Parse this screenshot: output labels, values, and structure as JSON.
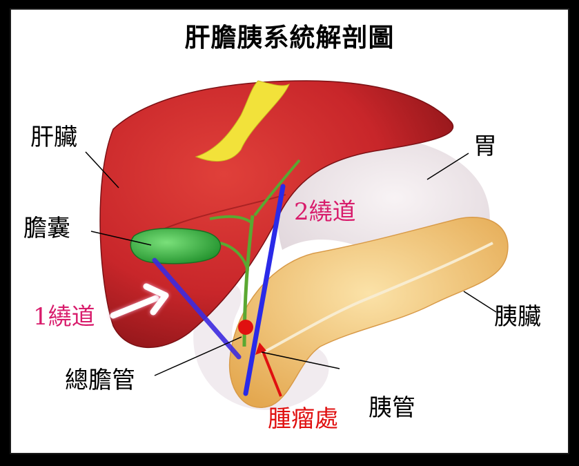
{
  "title": "肝膽胰系統解剖圖",
  "labels": {
    "liver": "肝臟",
    "gallbladder": "膽囊",
    "stomach": "胃",
    "pancreas": "胰臟",
    "common_bile_duct": "總膽管",
    "pancreatic_duct": "胰管",
    "bypass_1": "1繞道",
    "bypass_2": "2繞道",
    "tumor_site": "腫瘤處"
  },
  "colors": {
    "liver": "#c8262a",
    "gallbladder": "#3ab83a",
    "bile_duct": "#5aa832",
    "fat_yellow": "#f2e23a",
    "pancreas": "#f0c070",
    "stomach": "#ece6ea",
    "bypass_line": "#3d2be0",
    "label_pink": "#d81b6b",
    "label_red": "#e01010"
  }
}
